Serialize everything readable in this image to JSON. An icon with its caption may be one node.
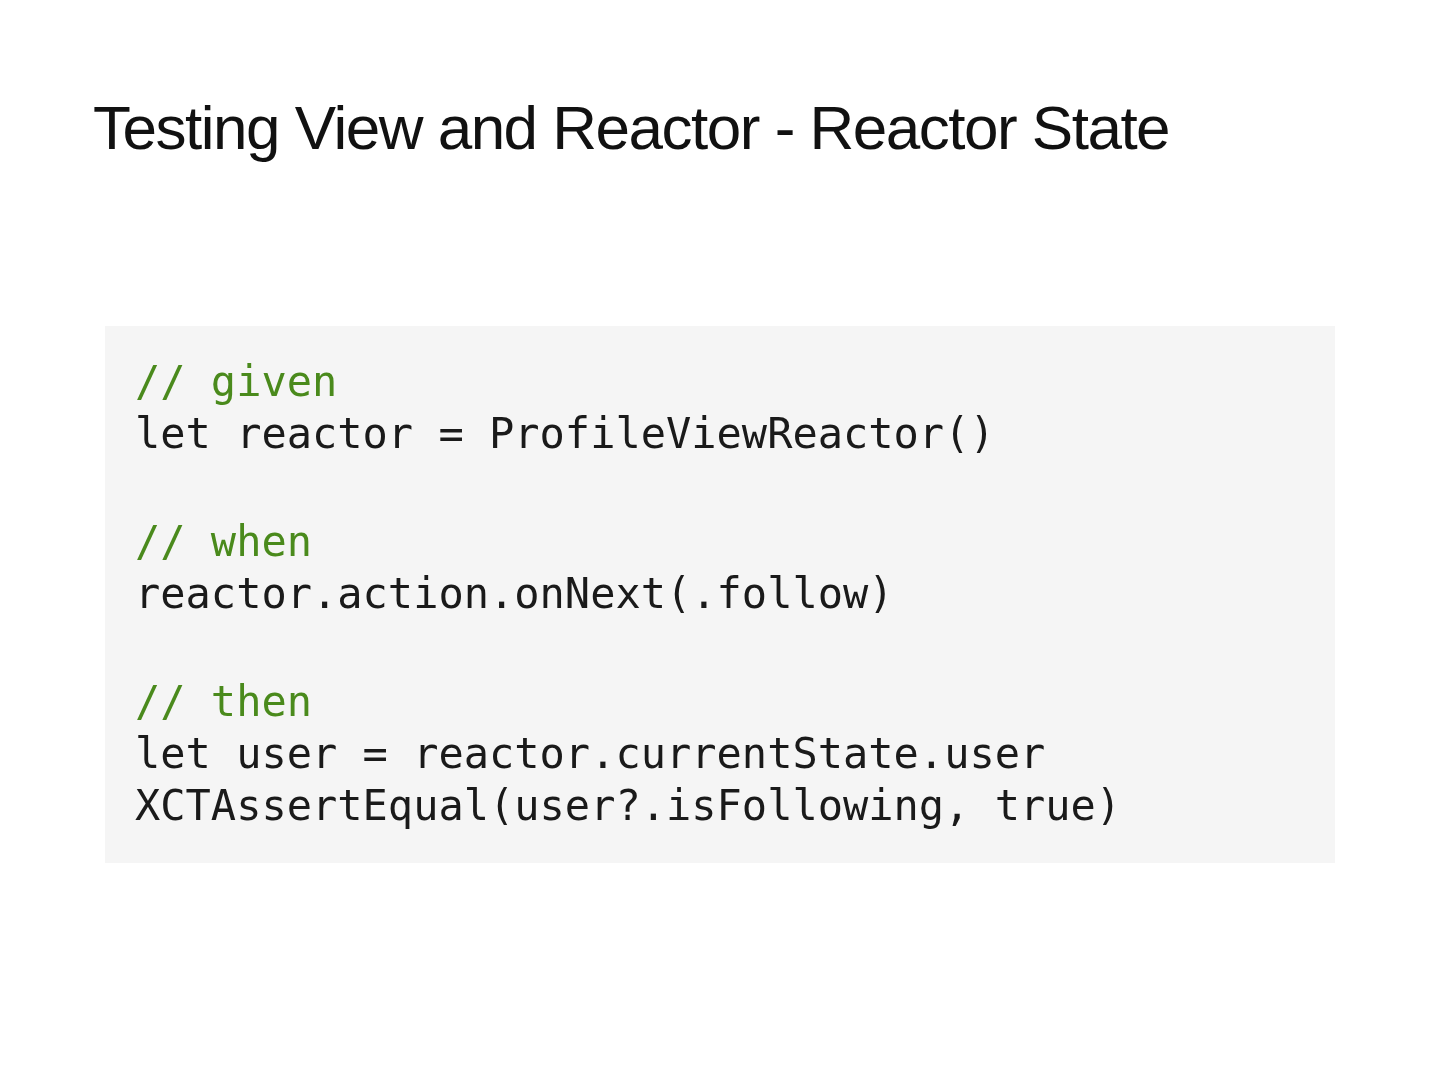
{
  "diagram": {
    "title": "Testing View and Reactor - Reactor State",
    "labels": [
      "// given",
      "let reactor = ProfileViewReactor()",
      "// when",
      "reactor.action.onNext(.follow)",
      "// then",
      "let user = reactor.currentState.user",
      "XCTAssertEqual(user?.isFollowing, true)"
    ]
  }
}
